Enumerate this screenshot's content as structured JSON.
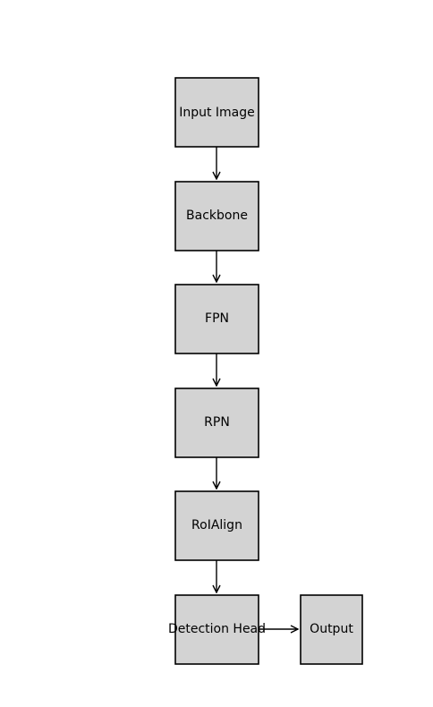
{
  "diagram": {
    "nodes": [
      {
        "id": "input-image",
        "label": "Input Image"
      },
      {
        "id": "backbone",
        "label": "Backbone"
      },
      {
        "id": "fpn",
        "label": "FPN"
      },
      {
        "id": "rpn",
        "label": "RPN"
      },
      {
        "id": "roialign",
        "label": "RoIAlign"
      },
      {
        "id": "detection-head",
        "label": "Detection Head"
      },
      {
        "id": "output",
        "label": "Output"
      }
    ],
    "edges": [
      {
        "from": "input-image",
        "to": "backbone"
      },
      {
        "from": "backbone",
        "to": "fpn"
      },
      {
        "from": "fpn",
        "to": "rpn"
      },
      {
        "from": "rpn",
        "to": "roialign"
      },
      {
        "from": "roialign",
        "to": "detection-head"
      },
      {
        "from": "detection-head",
        "to": "output"
      }
    ],
    "colors": {
      "node_fill": "#d3d3d3",
      "node_stroke": "#000000",
      "edge": "#000000"
    }
  }
}
